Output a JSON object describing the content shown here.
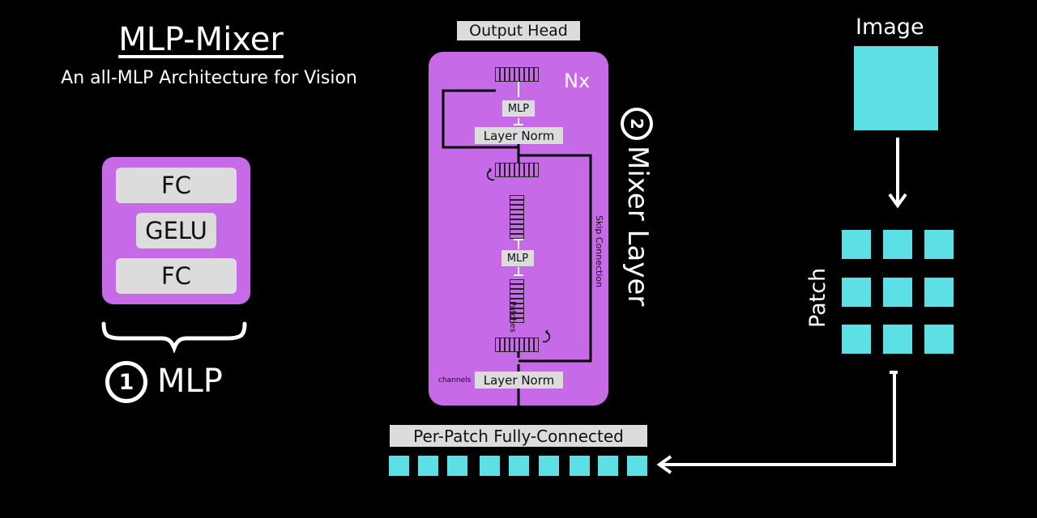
{
  "title": "MLP-Mixer",
  "subtitle": "An all-MLP Architecture for Vision",
  "mlp_block": {
    "layers": [
      "FC",
      "GELU",
      "FC"
    ],
    "step_number": "1",
    "label": "MLP"
  },
  "mixer": {
    "output_head": "Output Head",
    "repeat": "Nx",
    "top_mlp": "MLP",
    "top_norm": "Layer Norm",
    "mid_mlp": "MLP",
    "patches_label": "Patches",
    "bottom_norm": "Layer Norm",
    "channels_label": "channels",
    "skip_label": "Skip Connection",
    "step_number": "2",
    "label": "Mixer Layer"
  },
  "input": {
    "image_label": "Image",
    "patch_label": "Patch",
    "fc_label": "Per-Patch Fully-Connected",
    "sequence_length": 9
  },
  "colors": {
    "accent": "#c66ae8",
    "patch": "#5ce0e6",
    "label_bg": "#dcdcdc",
    "background": "#000000"
  }
}
